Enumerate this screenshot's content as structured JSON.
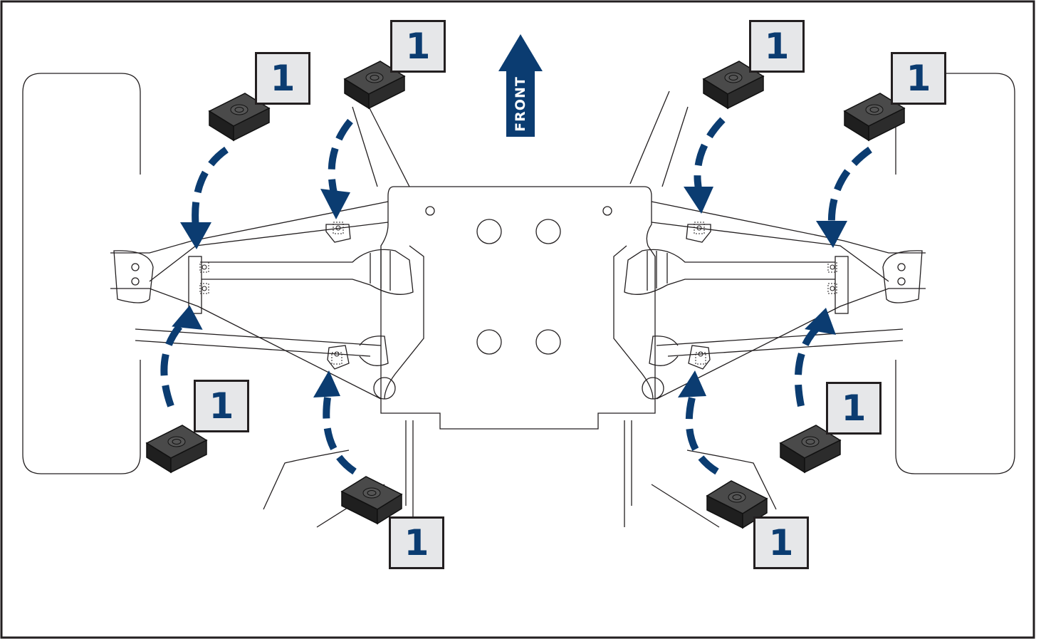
{
  "figure": {
    "front_label": "FRONT",
    "callout_number": "1",
    "colors": {
      "arrow": "#0b3c71",
      "line_art": "#231f20",
      "callout_fill": "#e6e7e9",
      "pad": "#3a3a3a"
    },
    "callouts": [
      {
        "id": "front-left-outer",
        "label": "1"
      },
      {
        "id": "front-left-inner",
        "label": "1"
      },
      {
        "id": "front-right-inner",
        "label": "1"
      },
      {
        "id": "front-right-outer",
        "label": "1"
      },
      {
        "id": "rear-left-outer",
        "label": "1"
      },
      {
        "id": "rear-left-inner",
        "label": "1"
      },
      {
        "id": "rear-right-inner",
        "label": "1"
      },
      {
        "id": "rear-right-outer",
        "label": "1"
      }
    ]
  }
}
